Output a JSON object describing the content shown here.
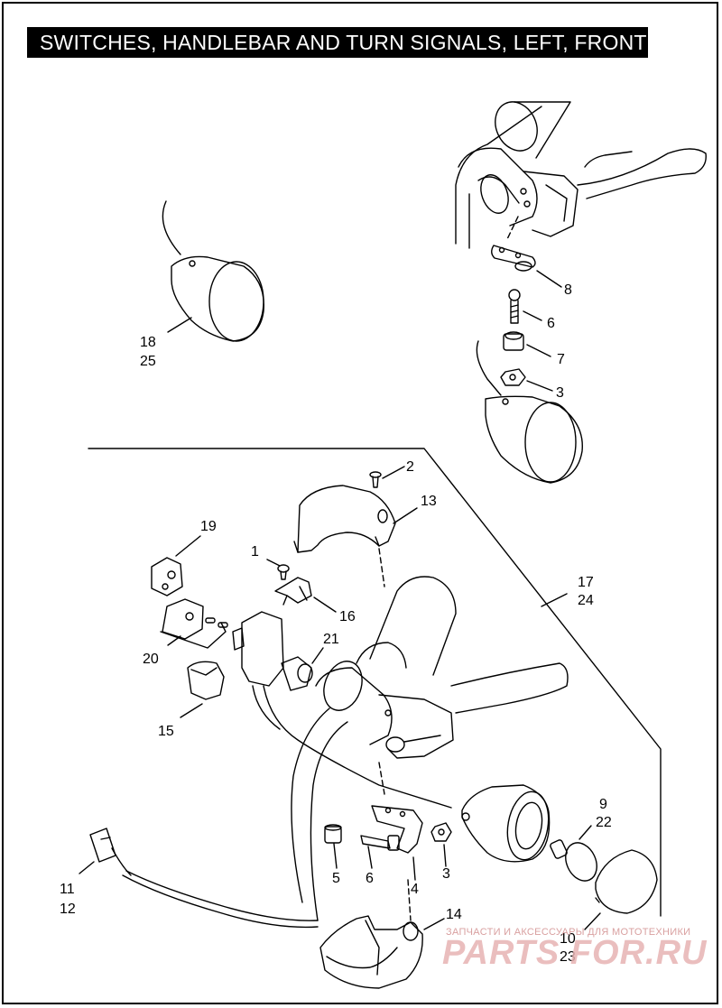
{
  "title": "SWITCHES, HANDLEBAR AND TURN SIGNALS, LEFT, FRONT",
  "callouts": {
    "c1": "1",
    "c2": "2",
    "c3a": "3",
    "c3b": "3",
    "c4": "4",
    "c5": "5",
    "c6a": "6",
    "c6b": "6",
    "c7": "7",
    "c8": "8",
    "c9": "9",
    "c10": "10",
    "c11": "11",
    "c12": "12",
    "c13": "13",
    "c14": "14",
    "c15": "15",
    "c16": "16",
    "c17": "17",
    "c18": "18",
    "c19": "19",
    "c20": "20",
    "c21": "21",
    "c22": "22",
    "c23": "23",
    "c24": "24",
    "c25": "25"
  },
  "watermark": {
    "tagline": "ЗАПЧАСТИ И АКСЕССУАРЫ ДЛЯ МОТОТЕХНИКИ",
    "brand": "PARTS FOR.RU"
  },
  "colors": {
    "line": "#000000",
    "title_bg": "#000000",
    "title_text": "#ffffff",
    "watermark": "#e7b3b3"
  }
}
